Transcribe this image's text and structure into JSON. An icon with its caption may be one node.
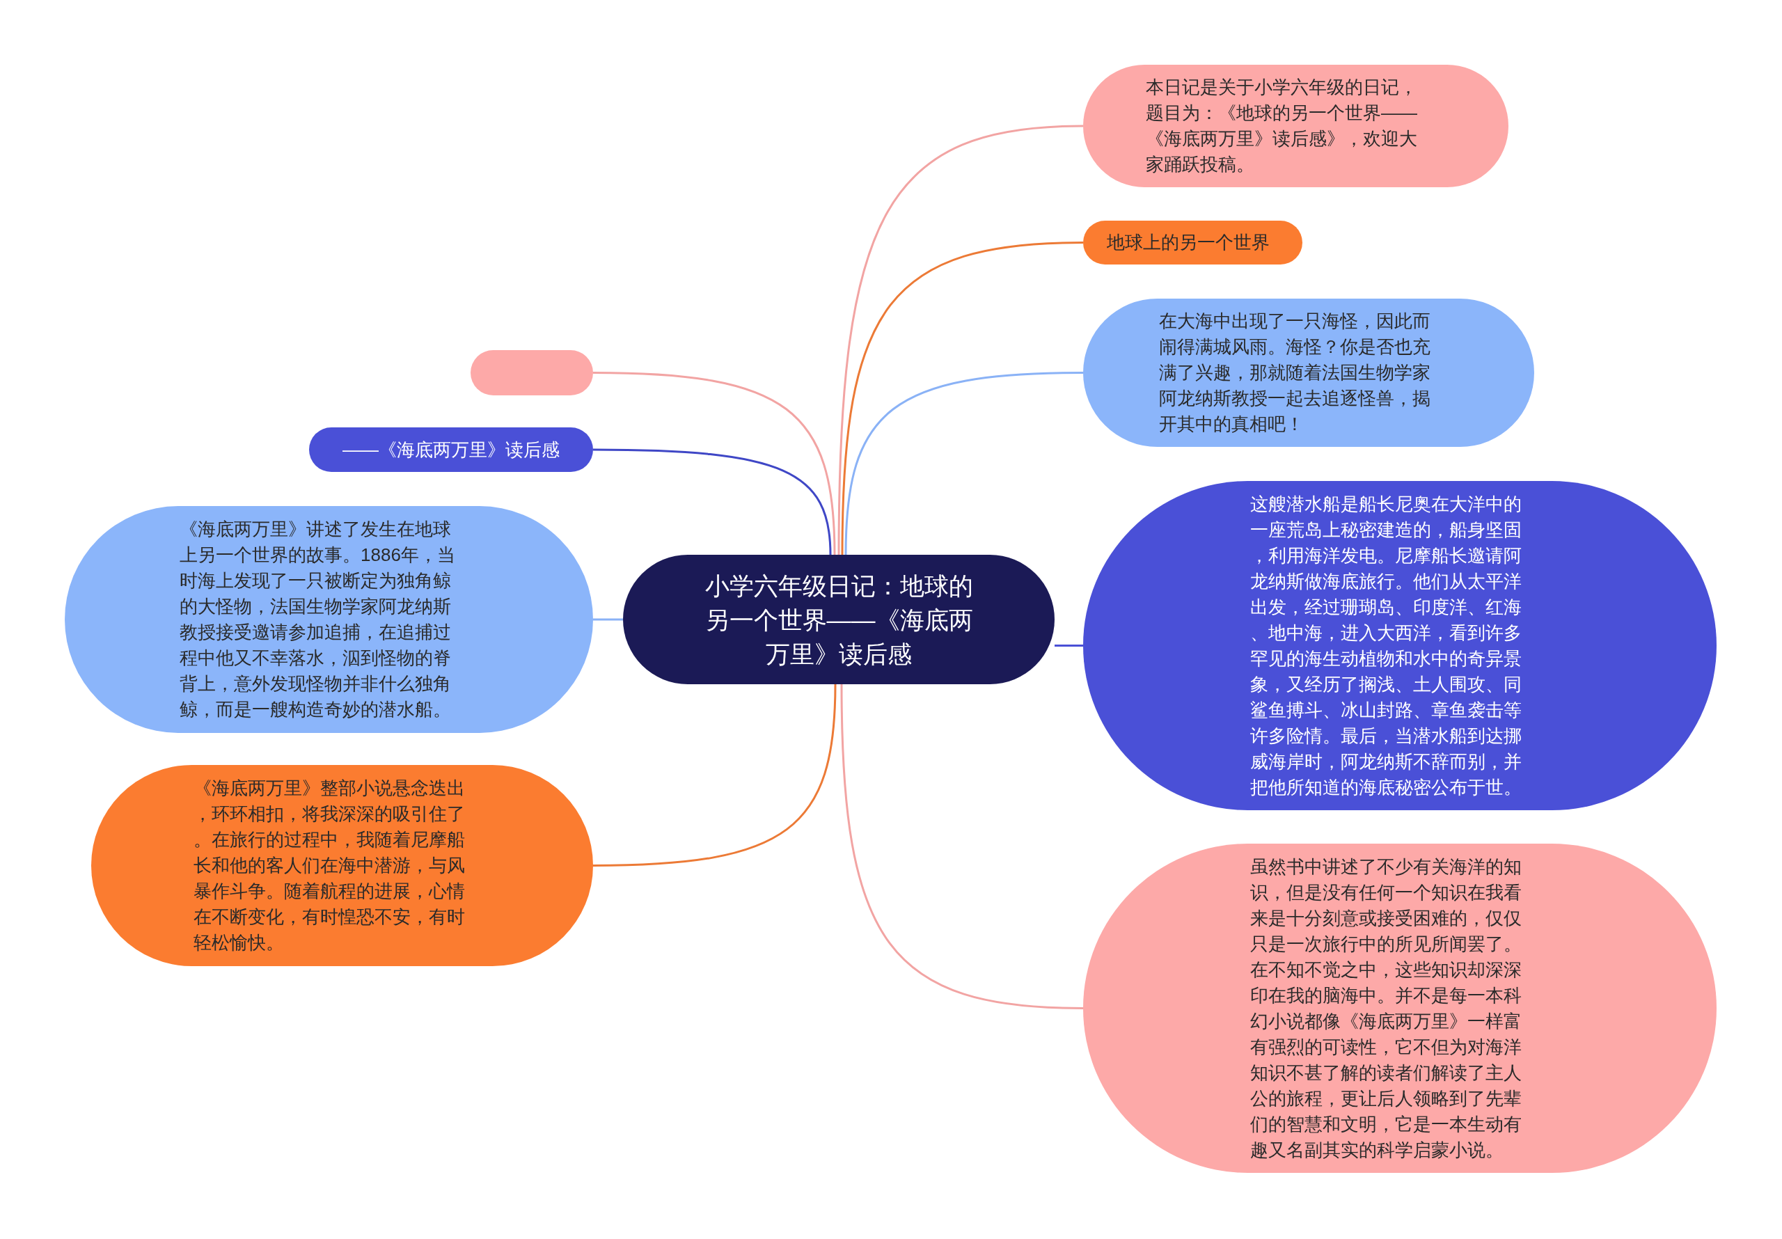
{
  "diagram": {
    "nodes": [
      {
        "text": [
          "小学六年级日记：地球的另一个世界——《海底两万里》读后感"
        ]
      },
      {
        "text": [
          "本日记是关于小学六年级的日记，题目为：《地球的另一个世界——《海底两万里》读后感》，欢迎大家踊跃投稿。"
        ]
      },
      {
        "text": [
          "地球上的另一个世界"
        ]
      },
      {
        "text": [
          "在大海中出现了一只海怪，因此而闹得满城风雨。海怪？你是否也充满了兴趣，那就随着法国生物学家阿龙纳斯教授一起去追逐怪兽，揭开其中的真相吧！"
        ]
      },
      {
        "text": [
          "这艘潜水船是船长尼奥在大洋中的一座荒岛上秘密建造的，船身坚固，利用海洋发电。尼摩船长邀请阿龙纳斯做海底旅行。他们从太平洋出发，经过珊瑚岛、印度洋、红海、地中海，进入大西洋，看到许多罕见的海生动植物和水中的奇异景象，又经历了搁浅、土人围攻、同鲨鱼搏斗、冰山封路、章鱼袭击等许多险情。最后，当潜水船到达挪威海岸时，阿龙纳斯不辞而别，并把他所知道的海底秘密公布于世。"
        ]
      },
      {
        "text": [
          "虽然书中讲述了不少有关海洋的知识，但是没有任何一个知识在我看来是十分刻意或接受困难的，仅仅只是一次旅行中的所见所闻罢了。在不知不觉之中，这些知识却深深印在我的脑海中。并不是每一本科幻小说都像《海底两万里》一样富有强烈的可读性，它不但为对海洋知识不甚了解的读者们解读了主人公的旅程，更让后人领略到了先辈们的智慧和文明，它是一本生动有趣又名副其实的科学启蒙小说。"
        ]
      },
      {
        "text": [],
        "shape": "box"
      },
      {
        "text": [
          "——《海底两万里》读后感"
        ]
      },
      {
        "text": [
          "《海底两万里》讲述了发生在地球上另一个世界的故事。1886年，当时海上发现了一只被断定为独角鲸的大怪物，法国生物学家阿龙纳斯教授接受邀请参加追捕，在追捕过程中他又不幸落水，泅到怪物的脊背上，意外发现怪物并非什么独角鲸，而是一艘构造奇妙的潜水船。"
        ]
      },
      {
        "text": [
          "《海底两万里》整部小说悬念迭出，环环相扣，将我深深的吸引住了。在旅行的过程中，我随着尼摩船长和他的客人们在海中潜游，与风暴作斗争。随着航程的进展，心情在不断变化，有时惶恐不安，有时轻松愉快。"
        ]
      }
    ],
    "edges": [
      {
        "from": 0,
        "to": 1,
        "arrow": "none"
      },
      {
        "from": 0,
        "to": 2,
        "arrow": "none",
        "color": "#ec7a36"
      },
      {
        "from": 0,
        "to": 3,
        "arrow": "none",
        "color": "#8ab2f6"
      },
      {
        "from": 0,
        "to": 4,
        "arrow": "none",
        "color": "#4a50d6"
      },
      {
        "from": 0,
        "to": 5,
        "arrow": "none"
      },
      {
        "from": 0,
        "to": 6,
        "arrow": "none"
      },
      {
        "from": 0,
        "to": 7,
        "arrow": "none",
        "color": "#3f47c6"
      },
      {
        "from": 0,
        "to": 8,
        "arrow": "none",
        "color": "#8ab2f6"
      },
      {
        "from": 0,
        "to": 9,
        "arrow": "none",
        "color": "#ec7a36"
      }
    ]
  }
}
